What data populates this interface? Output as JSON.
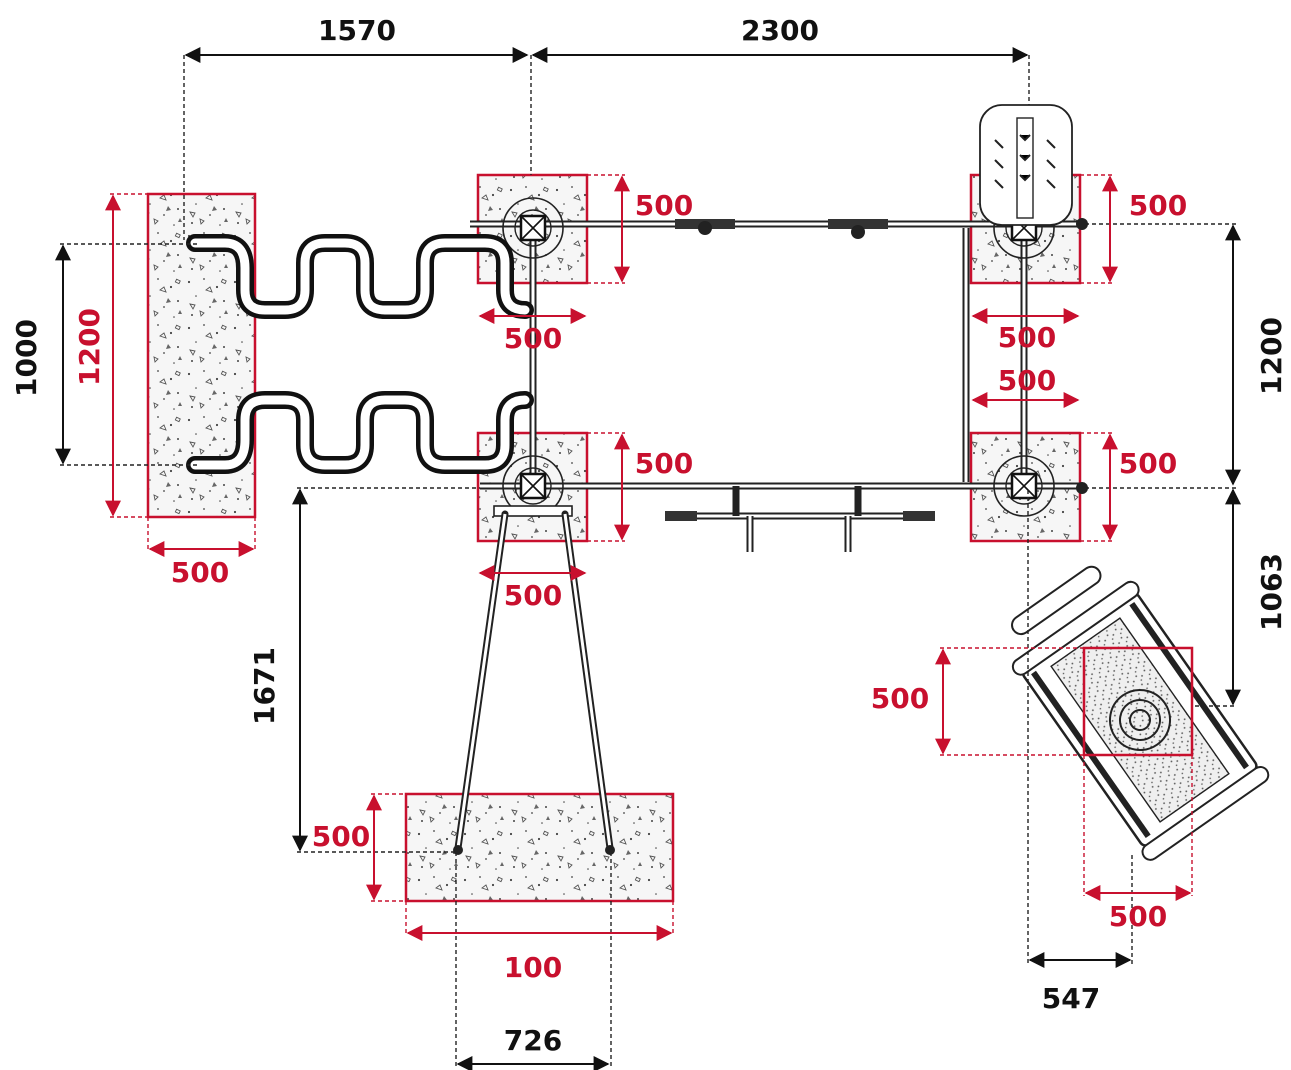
{
  "drawing": {
    "dimensions_black": {
      "top_left": "1570",
      "top_right": "2300",
      "left_vertical": "1000",
      "right_vertical_upper": "1200",
      "right_vertical_lower": "1063",
      "left_lower_vertical": "1671",
      "bottom_center": "726",
      "bottom_right": "547"
    },
    "dimensions_red": {
      "left_block_height": "1200",
      "left_block_width": "500",
      "post_top_left_h": "500",
      "post_top_left_w": "500",
      "post_top_right_h": "500",
      "post_top_right_w": "500",
      "post_bottom_left_h": "500",
      "post_bottom_left_w": "500",
      "post_bottom_right_w_top": "500",
      "post_bottom_right_h": "500",
      "swing_block_h": "500",
      "swing_block_w": "100",
      "rot_block_h": "500",
      "rot_block_w": "500"
    },
    "colors": {
      "dimension_red": "#c8102e",
      "line_black": "#111111"
    }
  }
}
